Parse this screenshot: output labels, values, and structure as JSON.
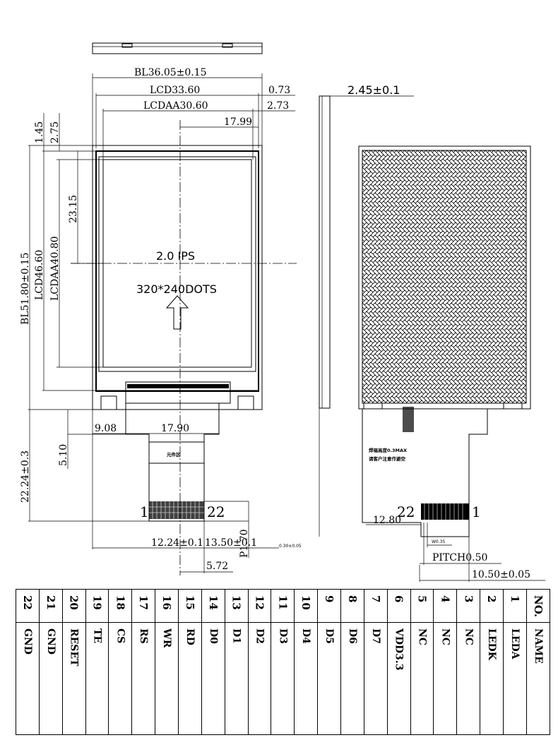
{
  "front_view": {
    "bl_width": "BL36.05±0.15",
    "lcd_width": "LCD33.60",
    "lcd_offset": "0.73",
    "lcdaa_width": "LCDAA30.60",
    "lcdaa_offset": "2.73",
    "center_offset": "17.99",
    "top_offset_1": "1.45",
    "top_offset_2": "2.75",
    "aa_center_height": "23.15",
    "bl_height": "BL51.80±0.15",
    "lcd_height": "LCD46.60",
    "lcdaa_height": "LCDAA40.80",
    "display_type": "2.0 IPS",
    "resolution": "320*240DOTS",
    "fpc_length": "22.24±0.3",
    "fpc_offset": "5.10",
    "fpc_left": "9.08",
    "fpc_width": "17.90",
    "component_area": "元件区",
    "pin_first": "1",
    "pin_last": "22",
    "pad_span": "12.24±0.1",
    "pad_width": "13.50±0.1",
    "pad_tol": "0.30±0.05",
    "pitch_vertical": "P1.70",
    "tail_width": "5.72"
  },
  "side_view": {
    "thickness": "2.45±0.1"
  },
  "back_view": {
    "note_line1": "焊锡高度0.3MAX",
    "note_line2": "请客户注意作避空",
    "pin_first": "1",
    "pin_last": "22",
    "left_dim": "12.80",
    "pad_dim": "W0.35",
    "pitch": "PITCH0.50",
    "finger_width": "10.50±0.05"
  },
  "pin_table": {
    "header_no": "NO.",
    "header_name": "NAME",
    "pins": [
      {
        "no": "22",
        "name": "GND"
      },
      {
        "no": "21",
        "name": "GND"
      },
      {
        "no": "20",
        "name": "RESET"
      },
      {
        "no": "19",
        "name": "TE"
      },
      {
        "no": "18",
        "name": "CS"
      },
      {
        "no": "17",
        "name": "RS"
      },
      {
        "no": "16",
        "name": "WR"
      },
      {
        "no": "15",
        "name": "RD"
      },
      {
        "no": "14",
        "name": "D0"
      },
      {
        "no": "13",
        "name": "D1"
      },
      {
        "no": "12",
        "name": "D2"
      },
      {
        "no": "11",
        "name": "D3"
      },
      {
        "no": "10",
        "name": "D4"
      },
      {
        "no": "9",
        "name": "D5"
      },
      {
        "no": "8",
        "name": "D6"
      },
      {
        "no": "7",
        "name": "D7"
      },
      {
        "no": "6",
        "name": "VDD3.3"
      },
      {
        "no": "5",
        "name": "NC"
      },
      {
        "no": "4",
        "name": "NC"
      },
      {
        "no": "3",
        "name": "NC"
      },
      {
        "no": "2",
        "name": "LEDK"
      },
      {
        "no": "1",
        "name": "LEDA"
      }
    ]
  }
}
